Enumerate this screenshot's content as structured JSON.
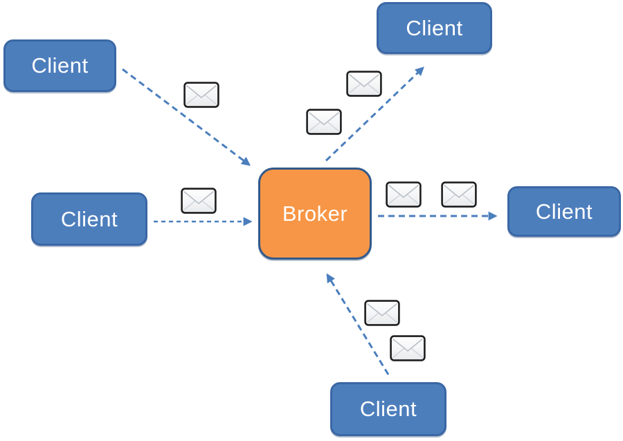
{
  "diagram": {
    "nodes": [
      {
        "id": "client-top-left",
        "label": "Client",
        "role": "client"
      },
      {
        "id": "client-left",
        "label": "Client",
        "role": "client"
      },
      {
        "id": "client-top-right",
        "label": "Client",
        "role": "client"
      },
      {
        "id": "client-right",
        "label": "Client",
        "role": "client"
      },
      {
        "id": "client-bottom",
        "label": "Client",
        "role": "client"
      },
      {
        "id": "broker",
        "label": "Broker",
        "role": "broker"
      }
    ],
    "edges": [
      {
        "from": "client-top-left",
        "to": "broker",
        "style": "dashed-arrow",
        "messages_in_transit": 1
      },
      {
        "from": "client-left",
        "to": "broker",
        "style": "dashed-arrow-fine",
        "messages_in_transit": 1
      },
      {
        "from": "broker",
        "to": "client-top-right",
        "style": "dashed-arrow",
        "messages_in_transit": 2
      },
      {
        "from": "broker",
        "to": "client-right",
        "style": "dashed-arrow",
        "messages_in_transit": 2
      },
      {
        "from": "client-bottom",
        "to": "broker",
        "style": "dashed-arrow",
        "messages_in_transit": 2
      }
    ],
    "icons": {
      "message": "envelope-icon"
    },
    "colors": {
      "client_fill": "#4d7ebc",
      "client_border": "#3a67a5",
      "broker_fill": "#f79646",
      "broker_border": "#31598b",
      "arrow": "#4a7ebd",
      "node_text": "#ffffff",
      "background": "#ffffff"
    }
  }
}
